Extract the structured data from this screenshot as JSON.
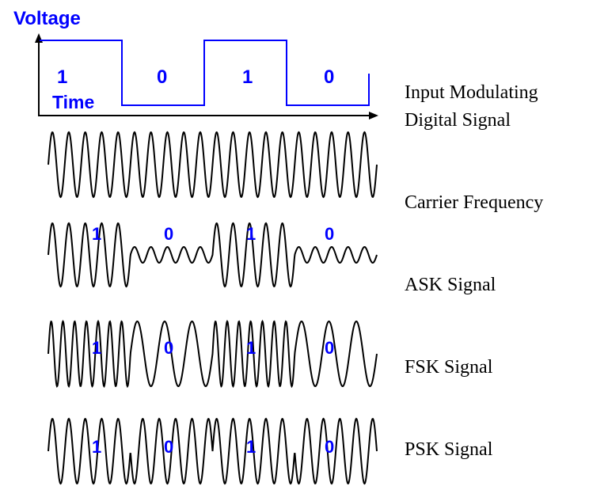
{
  "axis": {
    "y_label": "Voltage",
    "x_label": "Time"
  },
  "bits": [
    "1",
    "0",
    "1",
    "0"
  ],
  "colors": {
    "signal": "#0000ff",
    "wave": "#000000",
    "bit_text": "#0000ff"
  },
  "rows": [
    {
      "label_line1": "Input Modulating",
      "label_line2": "Digital Signal"
    },
    {
      "label": "Carrier Frequency"
    },
    {
      "label": "ASK Signal"
    },
    {
      "label": "FSK Signal"
    },
    {
      "label": "PSK Signal"
    }
  ],
  "modulation": {
    "carrier_cycles_per_bit": 5,
    "ask_zero_amplitude_ratio": 0.25,
    "fsk_cycles_per_bit": {
      "1": 7,
      "0": 3
    },
    "psk_phase_deg": {
      "1": 0,
      "0": 180
    }
  }
}
